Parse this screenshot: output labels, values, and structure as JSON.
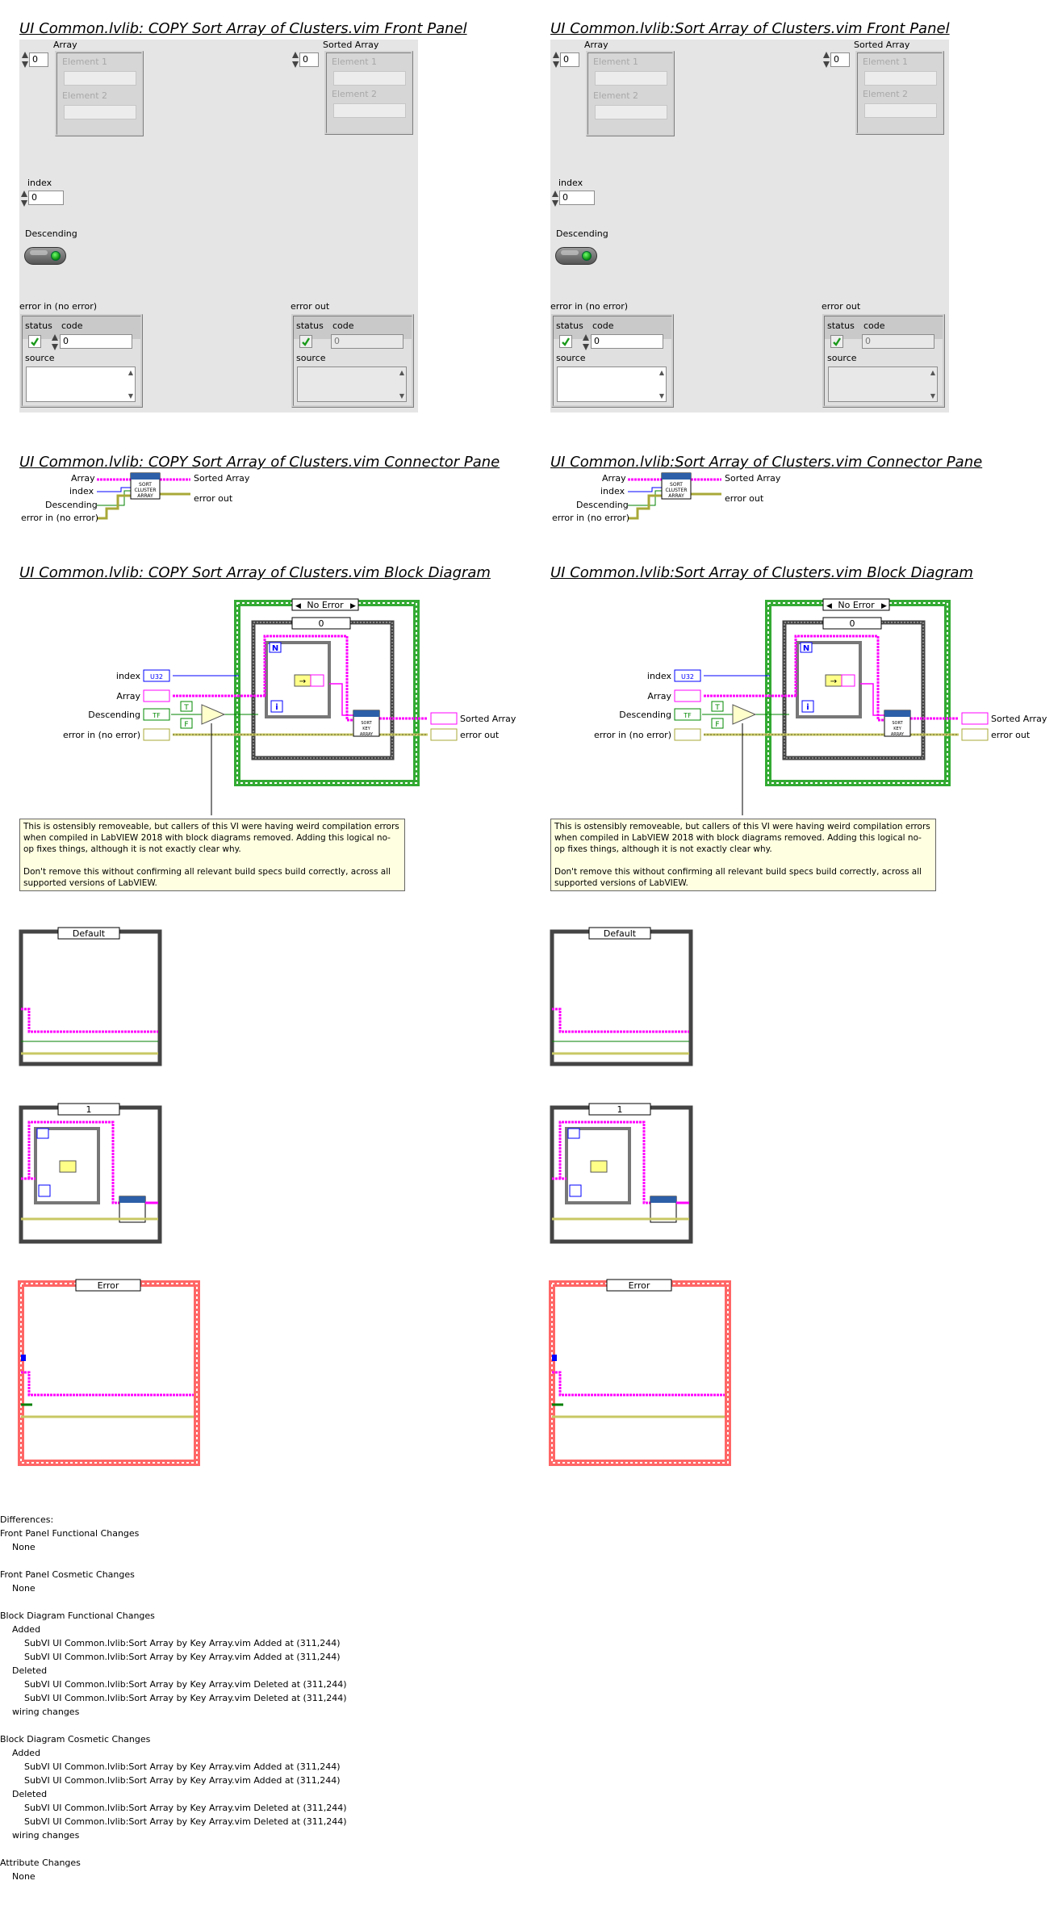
{
  "left": {
    "front_panel_title": "UI Common.lvlib:  COPY  Sort Array of Clusters.vim Front Panel",
    "connector_title": "UI Common.lvlib:  COPY  Sort Array of Clusters.vim Connector Pane",
    "block_diagram_title": "UI Common.lvlib:  COPY  Sort Array of Clusters.vim Block Diagram"
  },
  "right": {
    "front_panel_title": "UI Common.lvlib:Sort Array of Clusters.vim Front Panel",
    "connector_title": "UI Common.lvlib:Sort Array of Clusters.vim Connector Pane",
    "block_diagram_title": "UI Common.lvlib:Sort Array of Clusters.vim Block Diagram"
  },
  "front_panel": {
    "array_label": "Array",
    "array_index": "0",
    "element1": "Element 1",
    "element2": "Element 2",
    "sorted_array_label": "Sorted Array",
    "sorted_index": "0",
    "index_label": "index",
    "index_value": "0",
    "descending_label": "Descending",
    "error_in_label": "error in (no error)",
    "error_out_label": "error out",
    "status_label": "status",
    "code_label": "code",
    "code_value": "0",
    "source_label": "source"
  },
  "connector": {
    "array": "Array",
    "index": "index",
    "descending": "Descending",
    "error_in": "error in (no error)",
    "sorted_array": "Sorted Array",
    "error_out": "error out",
    "subvi_text": "SORT CLUSTER ARRAY"
  },
  "block_diagram": {
    "case_no_error": "No Error",
    "inner_case": "0",
    "index_term": "index",
    "index_type": "U32",
    "array_term": "Array",
    "descending_term": "Descending",
    "descending_type": "TF",
    "error_in_term": "error in (no error)",
    "sorted_array_term": "Sorted Array",
    "error_out_term": "error out",
    "true_const": "T",
    "false_const": "F",
    "loop_n": "N",
    "loop_i": "i",
    "subvi_text": "SORT KEY ARRAY",
    "case_default": "Default",
    "case_one": "1",
    "case_error": "Error",
    "note_p1": "This is ostensibly removeable, but callers of this VI were having weird compilation errors when compiled in LabVIEW 2018 with block diagrams removed. Adding this logical no-op fixes things, although it is not exactly clear why.",
    "note_p2": "Don't remove this without confirming all relevant build specs build correctly, across all supported versions of LabVIEW."
  },
  "differences": {
    "header": "Differences:",
    "fp_functional": "Front Panel Functional Changes",
    "fp_functional_val": "None",
    "fp_cosmetic": "Front Panel Cosmetic Changes",
    "fp_cosmetic_val": "None",
    "bd_functional": "Block Diagram Functional Changes",
    "added": "Added",
    "added_1": "SubVI UI Common.lvlib:Sort Array by Key Array.vim Added at (311,244)",
    "added_2": "SubVI UI Common.lvlib:Sort Array by Key Array.vim Added at (311,244)",
    "deleted": "Deleted",
    "deleted_1": "SubVI UI Common.lvlib:Sort Array by Key Array.vim Deleted at (311,244)",
    "deleted_2": "SubVI UI Common.lvlib:Sort Array by Key Array.vim Deleted at (311,244)",
    "wiring": "wiring changes",
    "bd_cosmetic": "Block Diagram Cosmetic Changes",
    "attr": "Attribute Changes",
    "attr_val": "None"
  },
  "colors": {
    "wire_pink": "#ff00ff",
    "wire_blue": "#0000ff",
    "wire_green": "#008000",
    "wire_error": "#c8c864",
    "case_green": "#33aa33",
    "case_red": "#ff6666",
    "note_bg": "#ffffe1"
  }
}
